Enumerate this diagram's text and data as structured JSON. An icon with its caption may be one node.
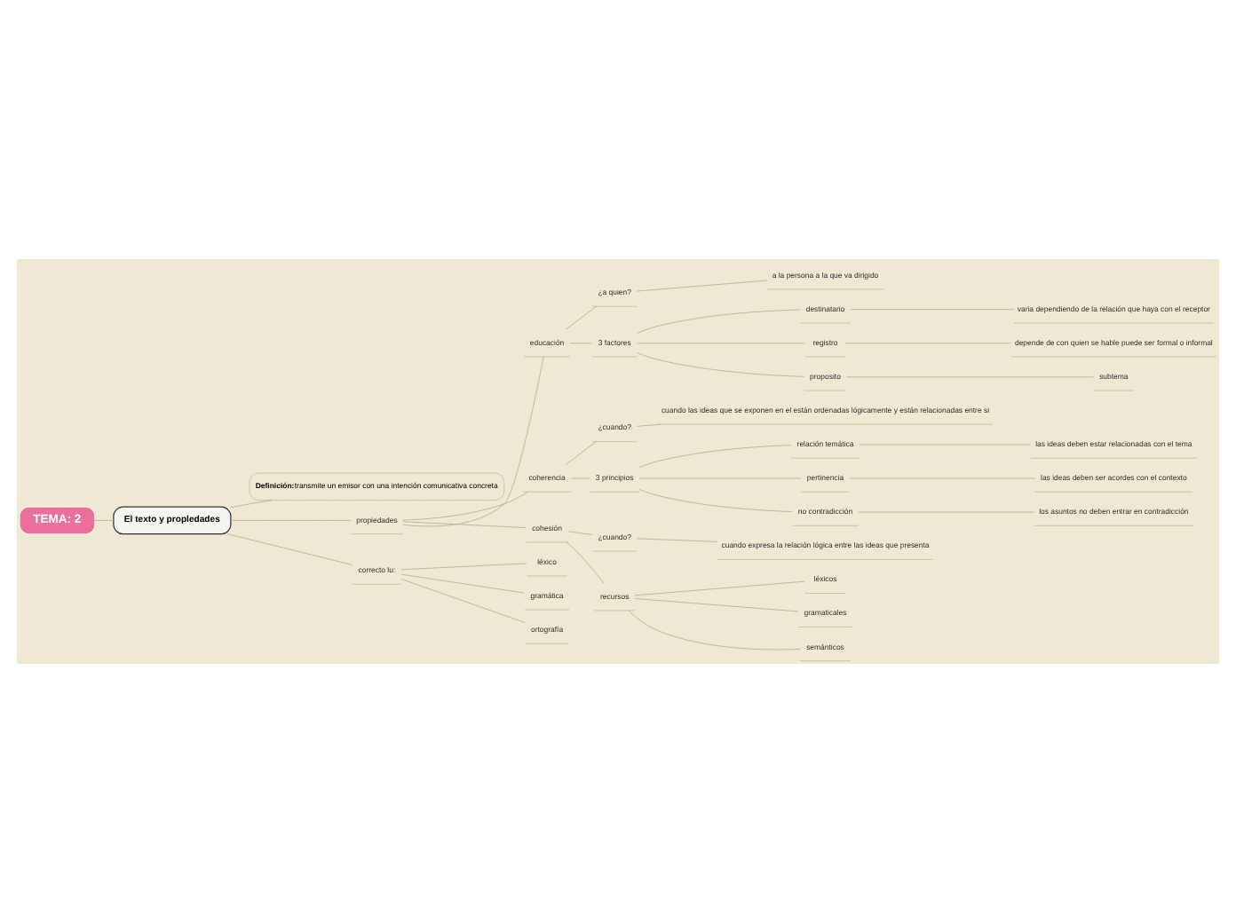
{
  "diagram": {
    "nodes": [
      {
        "text": [
          "TEMA: 2"
        ]
      },
      {
        "text": [
          "El texto y propledades"
        ]
      },
      {
        "text": [
          "Definición:",
          "transmite un emisor con una intención comunicativa concreta"
        ]
      },
      {
        "text": [
          "propiedades"
        ]
      },
      {
        "text": [
          "educación"
        ]
      },
      {
        "text": [
          "¿a quien?"
        ]
      },
      {
        "text": [
          "a la persona a la que va dirigido"
        ]
      },
      {
        "text": [
          "3 factores"
        ]
      },
      {
        "text": [
          "destinatario"
        ]
      },
      {
        "text": [
          "varia dependiendo de la relación que haya con el receptor"
        ]
      },
      {
        "text": [
          "registro"
        ]
      },
      {
        "text": [
          "depende de con quien se hable puede ser formal o informal"
        ]
      },
      {
        "text": [
          "proposito"
        ]
      },
      {
        "text": [
          "subtema"
        ]
      },
      {
        "text": [
          "coherencia"
        ]
      },
      {
        "text": [
          "¿cuando?"
        ]
      },
      {
        "text": [
          "cuando las ideas que se exponen en el están ordenadas lógicamente y están relacionadas entre si"
        ]
      },
      {
        "text": [
          "3 principios"
        ]
      },
      {
        "text": [
          "relación temática"
        ]
      },
      {
        "text": [
          "las ideas deben estar relacionadas con el tema"
        ]
      },
      {
        "text": [
          "pertinencia"
        ]
      },
      {
        "text": [
          "las ideas deben ser acordes con el contexto"
        ]
      },
      {
        "text": [
          "no contradicción"
        ]
      },
      {
        "text": [
          "los asuntos no deben entrar en contradicción"
        ]
      },
      {
        "text": [
          "cohesión"
        ]
      },
      {
        "text": [
          "¿cuando?"
        ]
      },
      {
        "text": [
          "cuando expresa la relación lógica entre las ideas que presenta"
        ]
      },
      {
        "text": [
          "recursos"
        ]
      },
      {
        "text": [
          "léxicos"
        ]
      },
      {
        "text": [
          "gramaticales"
        ]
      },
      {
        "text": [
          "semánticos"
        ]
      },
      {
        "text": [
          "correcto lu:"
        ]
      },
      {
        "text": [
          "léxico"
        ]
      },
      {
        "text": [
          "gramática"
        ]
      },
      {
        "text": [
          "ortografía"
        ]
      }
    ],
    "edges": [
      {
        "from": 0,
        "to": 1,
        "arrow": "none"
      },
      {
        "from": 1,
        "to": 2,
        "arrow": "none"
      },
      {
        "from": 1,
        "to": 3,
        "arrow": "none"
      },
      {
        "from": 3,
        "to": 4,
        "arrow": "none"
      },
      {
        "from": 4,
        "to": 5,
        "arrow": "none"
      },
      {
        "from": 5,
        "to": 6,
        "arrow": "none"
      },
      {
        "from": 4,
        "to": 7,
        "arrow": "none"
      },
      {
        "from": 7,
        "to": 8,
        "arrow": "none"
      },
      {
        "from": 8,
        "to": 9,
        "arrow": "none"
      },
      {
        "from": 7,
        "to": 10,
        "arrow": "none"
      },
      {
        "from": 10,
        "to": 11,
        "arrow": "none"
      },
      {
        "from": 7,
        "to": 12,
        "arrow": "none"
      },
      {
        "from": 12,
        "to": 13,
        "arrow": "none"
      },
      {
        "from": 3,
        "to": 14,
        "arrow": "none"
      },
      {
        "from": 14,
        "to": 15,
        "arrow": "none"
      },
      {
        "from": 15,
        "to": 16,
        "arrow": "none"
      },
      {
        "from": 14,
        "to": 17,
        "arrow": "none"
      },
      {
        "from": 17,
        "to": 18,
        "arrow": "none"
      },
      {
        "from": 18,
        "to": 19,
        "arrow": "none"
      },
      {
        "from": 17,
        "to": 20,
        "arrow": "none"
      },
      {
        "from": 20,
        "to": 21,
        "arrow": "none"
      },
      {
        "from": 17,
        "to": 22,
        "arrow": "none"
      },
      {
        "from": 22,
        "to": 23,
        "arrow": "none"
      },
      {
        "from": 3,
        "to": 24,
        "arrow": "none"
      },
      {
        "from": 24,
        "to": 25,
        "arrow": "none"
      },
      {
        "from": 25,
        "to": 26,
        "arrow": "none"
      },
      {
        "from": 24,
        "to": 27,
        "arrow": "none"
      },
      {
        "from": 27,
        "to": 28,
        "arrow": "none"
      },
      {
        "from": 27,
        "to": 29,
        "arrow": "none"
      },
      {
        "from": 27,
        "to": 30,
        "arrow": "none"
      },
      {
        "from": 1,
        "to": 31,
        "arrow": "none"
      },
      {
        "from": 31,
        "to": 32,
        "arrow": "none"
      },
      {
        "from": 31,
        "to": 33,
        "arrow": "none"
      },
      {
        "from": 31,
        "to": 34,
        "arrow": "none"
      }
    ]
  }
}
